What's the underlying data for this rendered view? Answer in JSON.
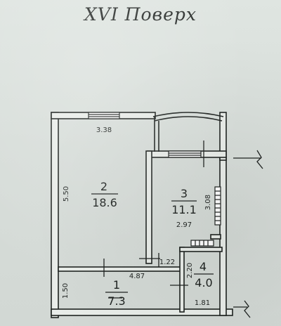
{
  "title": "XVI Поверх",
  "colors": {
    "wall": "#1f2321",
    "paper": "#dfe5e1",
    "wall_fill": "#e9ede9"
  },
  "rooms": [
    {
      "number": "1",
      "area": "7.3"
    },
    {
      "number": "2",
      "area": "18.6"
    },
    {
      "number": "3",
      "area": "11.1"
    },
    {
      "number": "4",
      "area": "4.0"
    }
  ],
  "dimensions": {
    "room2_width": "3.38",
    "room2_length": "5.50",
    "room3_length": "3.08",
    "room3_width": "2.97",
    "corridor_width": "1.22",
    "corridor_length": "4.87",
    "corridor_height": "1.50",
    "bath_height": "2.20",
    "bath_width": "1.81"
  }
}
